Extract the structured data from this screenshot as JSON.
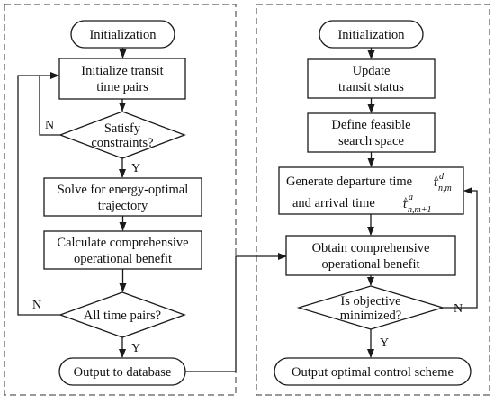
{
  "left": {
    "start": "Initialization",
    "init_pairs": [
      "Initialize transit",
      "time pairs"
    ],
    "satisfy": [
      "Satisfy",
      "constraints?"
    ],
    "solve": [
      "Solve for energy-optimal",
      "trajectory"
    ],
    "calculate": [
      "Calculate comprehensive",
      "operational benefit"
    ],
    "all_pairs": "All time pairs?",
    "output": "Output to database"
  },
  "right": {
    "start": "Initialization",
    "update": [
      "Update",
      "transit status"
    ],
    "define": [
      "Define feasible",
      "search space"
    ],
    "generate": {
      "line1": "Generate departure time",
      "line2": "and arrival time",
      "dep_var": "t",
      "dep_hat": "^",
      "dep_sup": "d",
      "dep_sub": "n,m",
      "arr_var": "t",
      "arr_hat": "^",
      "arr_sup": "a",
      "arr_sub": "n,m+1"
    },
    "obtain": [
      "Obtain comprehensive",
      "operational benefit"
    ],
    "minimized": [
      "Is objective",
      "minimized?"
    ],
    "output": "Output optimal control scheme"
  },
  "labels": {
    "yes": "Y",
    "no": "N"
  }
}
